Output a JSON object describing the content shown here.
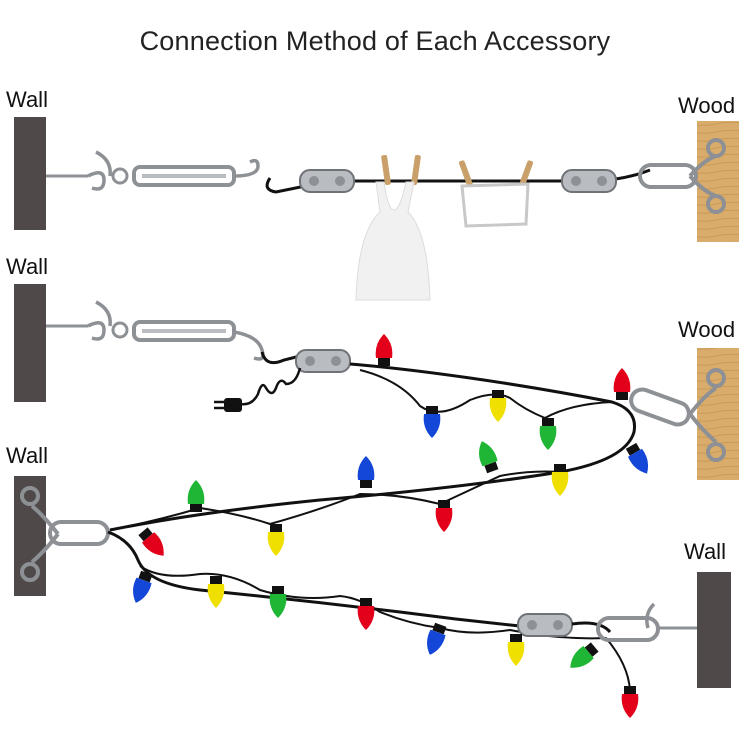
{
  "title": "Connection Method of Each Accessory",
  "labels": {
    "wall_1": "Wall",
    "wood_1": "Wood",
    "wall_2": "Wall",
    "wood_2": "Wood",
    "wall_3": "Wall",
    "wall_4": "Wall"
  },
  "colors": {
    "wall": "#4f4a49",
    "wood": "#d9ac6c",
    "wood_grain": "#c08e48",
    "cable": "#111111",
    "metal": "#b9bcc0",
    "metal_dark": "#6f7276",
    "bulb_red": "#e3001b",
    "bulb_green": "#1fb535",
    "bulb_blue": "#1447d8",
    "bulb_yellow": "#f0e000"
  },
  "icons": [
    "wall-panel",
    "wood-panel",
    "screw-hook",
    "turnbuckle",
    "wire-rope-clip",
    "carabiner",
    "eye-bolt",
    "clothespin",
    "tank-top",
    "towel",
    "light-bulb",
    "power-plug"
  ]
}
